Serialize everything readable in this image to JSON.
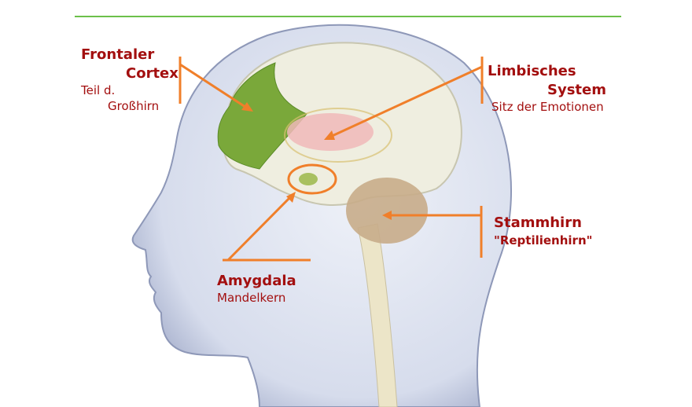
{
  "labels": {
    "frontal": {
      "title_line1": "Frontaler",
      "title_line2": "Cortex",
      "sub_line1": "Teil d.",
      "sub_line2": "Großhirn"
    },
    "limbic": {
      "title_line1": "Limbisches",
      "title_line2": "System",
      "sub": "Sitz der Emotionen"
    },
    "brainstem": {
      "title": "Stammhirn",
      "sub": "\"Reptilienhirn\""
    },
    "amygdala": {
      "title": "Amygdala",
      "sub": "Mandelkern"
    }
  },
  "colors": {
    "label": "#a30f0f",
    "pointer": "#f07f2a",
    "rule": "#6cc04a",
    "frontal": "#7aa83a",
    "limbic": "#f0b8b8",
    "brainstem": "#c8ac8a"
  }
}
